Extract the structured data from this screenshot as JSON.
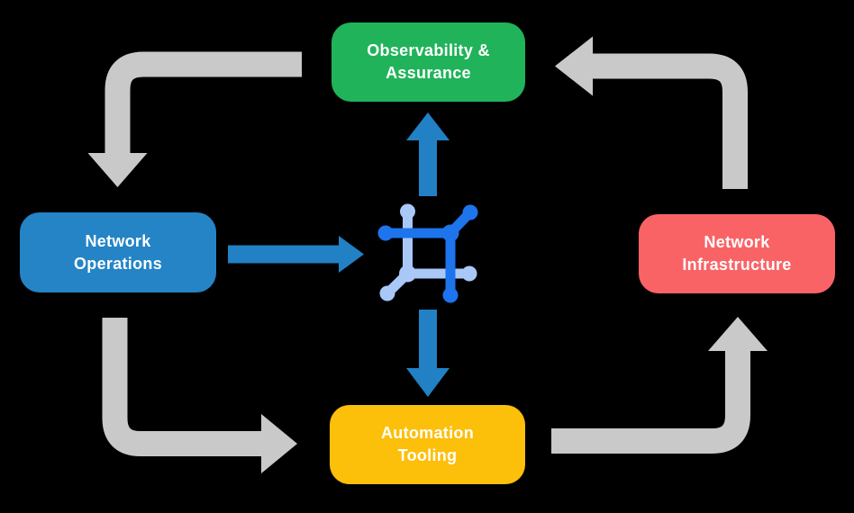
{
  "diagram": {
    "nodes": {
      "observability": {
        "label": "Observability &\nAssurance",
        "color": "#21b35a"
      },
      "operations": {
        "label": "Network\nOperations",
        "color": "#2484c6"
      },
      "infrastructure": {
        "label": "Network\nInfrastructure",
        "color": "#fa6366"
      },
      "automation": {
        "label": "Automation\nTooling",
        "color": "#fcbf0a"
      }
    },
    "colors": {
      "background": "#000000",
      "cycle_arrow": "#c9c9c9",
      "flow_arrow": "#2181c4",
      "icon_primary": "#1d74ec",
      "icon_secondary": "#a9c8f7",
      "label_text": "#ffffff"
    },
    "center_icon": "network-nodes-icon"
  }
}
